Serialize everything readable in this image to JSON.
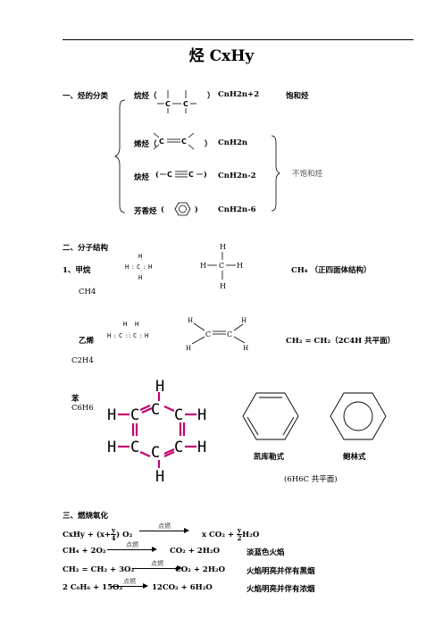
{
  "header": {
    "title": "烃  CxHy"
  },
  "classification": {
    "heading": "一、烃的分类",
    "items": [
      {
        "name": "烷烃（",
        "close": "）",
        "formula": "CnH2n+2"
      },
      {
        "name": "烯烃（",
        "close": "）",
        "formula": "CnH2n"
      },
      {
        "name": "炔烃",
        "formula": "CnH2n-2"
      },
      {
        "name": "芳香烃",
        "formula": "CnH2n-6"
      }
    ],
    "saturated": "饱和烃",
    "unsaturated": "不饱和烃"
  },
  "structure": {
    "heading": "二、分子结构",
    "methane": {
      "label": "1、甲烷",
      "formula": "CH4",
      "note": "CH₄ （正四面体结构）"
    },
    "ethylene": {
      "label": "乙烯",
      "formula": "C2H4",
      "note": "CH₂ = CH₂（2C4H 共平面）"
    },
    "benzene": {
      "label": "苯",
      "formula": "C6H6",
      "kekule": "凯库勒式",
      "bao": "鲍林式",
      "note": "(6H6C 共平面)"
    }
  },
  "combustion": {
    "heading": "三、燃烧氧化",
    "condition": "点燃",
    "general": {
      "left": "CxHy +",
      "coef_open": "(x+",
      "frac_num": "y",
      "frac_den": "4",
      "coef_close": ")",
      "o2": "O₂",
      "right_a": "x CO₂ +",
      "frac2_num": "y",
      "frac2_den": "2",
      "right_b": "H₂O"
    },
    "reactions": [
      {
        "left": "CH₄ + 2O₂",
        "right": "CO₂ + 2H₂O",
        "note": "淡蓝色火焰"
      },
      {
        "left": "CH₂ = CH₂   + 3O₂",
        "right": "CO₂ + 2H₂O",
        "note": "火焰明亮并伴有黑烟"
      },
      {
        "left": "2 C₆H₆ + 15O₂",
        "right": "12CO₂ + 6H₂O",
        "note": "火焰明亮并伴有浓烟"
      }
    ]
  }
}
